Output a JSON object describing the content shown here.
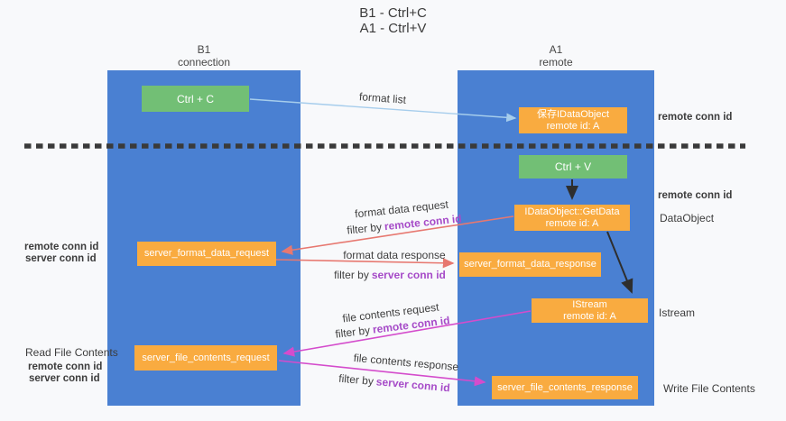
{
  "title": {
    "line1": "B1 - Ctrl+C",
    "line2": "A1 - Ctrl+V"
  },
  "columns": {
    "left": {
      "name_line": "B1",
      "sub_line": "connection"
    },
    "right": {
      "name_line": "A1",
      "sub_line": "remote"
    }
  },
  "nodes": {
    "ctrl_c": {
      "label": "Ctrl + C"
    },
    "ctrl_v": {
      "label": "Ctrl + V"
    },
    "save_dataobject": {
      "line1": "保存IDataObject",
      "line2": "remote id: A"
    },
    "getdata": {
      "line1": "IDataObject::GetData",
      "line2": "remote id: A"
    },
    "istream": {
      "line1": "IStream",
      "line2": "remote id: A"
    },
    "server_format_data_request": {
      "label": "server_format_data_request"
    },
    "server_format_data_response": {
      "label": "server_format_data_response"
    },
    "server_file_contents_request": {
      "label": "server_file_contents_request"
    },
    "server_file_contents_response": {
      "label": "server_file_contents_response"
    }
  },
  "edge_labels": {
    "format_list": "format list",
    "format_data_request": "format data request",
    "format_data_response": "format data response",
    "file_contents_request": "file contents request",
    "file_contents_response": "file contents response",
    "filter_by": "filter by",
    "remote_conn_id": "remote conn id",
    "server_conn_id": "server conn id"
  },
  "side_labels": {
    "right_remote_conn_id_top": "remote conn id",
    "right_remote_conn_id_mid": "remote conn id",
    "dataobject": "DataObject",
    "istream": "Istream",
    "write_file_contents": "Write File Contents",
    "left_remote_conn_id_mid": "remote conn id",
    "left_server_conn_id_mid": "server conn id",
    "read_file_contents": "Read File Contents",
    "left_remote_conn_id_bottom": "remote conn id",
    "left_server_conn_id_bottom": "server conn id"
  },
  "colors": {
    "column_blue": "#4a80d2",
    "node_green": "#72bf75",
    "node_orange": "#f9ab40",
    "purple_text": "#a64bc8",
    "green_text": "#55b85f",
    "arrow_red": "#e77870",
    "arrow_magenta": "#d44ccc",
    "arrow_lightblue": "#a6cdec",
    "arrow_black": "#2e2e2e",
    "dashed_line": "#3a3a3a",
    "background": "#f8f9fb"
  }
}
